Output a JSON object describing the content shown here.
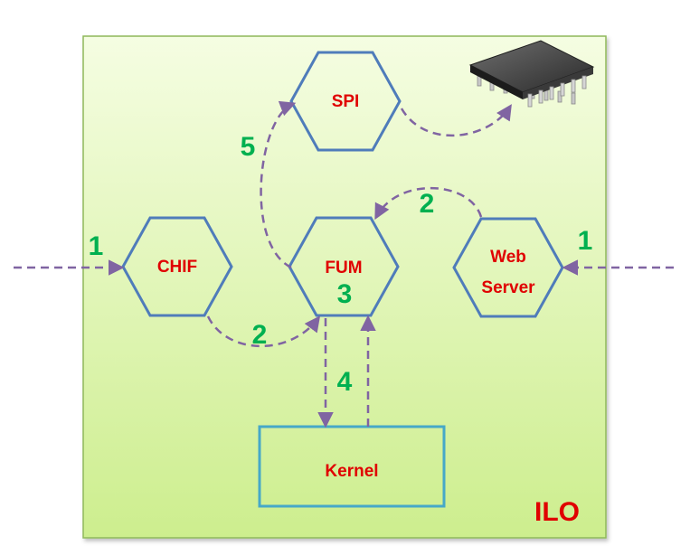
{
  "diagram": {
    "container_label": "ILO",
    "nodes": {
      "spi": {
        "label": "SPI"
      },
      "chif": {
        "label": "CHIF"
      },
      "fum": {
        "label": "FUM"
      },
      "web": {
        "line1": "Web",
        "line2": "Server"
      },
      "kernel": {
        "label": "Kernel"
      }
    },
    "steps": {
      "chif_in": "1",
      "web_in": "1",
      "chif_to_fum": "2",
      "web_to_fum": "2",
      "fum_inner": "3",
      "fum_kernel": "4",
      "fum_spi": "5"
    },
    "icons": {
      "chip": "memory-chip-icon"
    },
    "colors": {
      "container_fill_top": "#f5fde2",
      "container_fill_bottom": "#cdee8e",
      "container_border": "#8fb85a",
      "node_stroke": "#4f7cba",
      "kernel_stroke": "#46a8c8",
      "node_text": "#e00000",
      "step_text": "#00b050",
      "arrow": "#8064a2"
    }
  }
}
